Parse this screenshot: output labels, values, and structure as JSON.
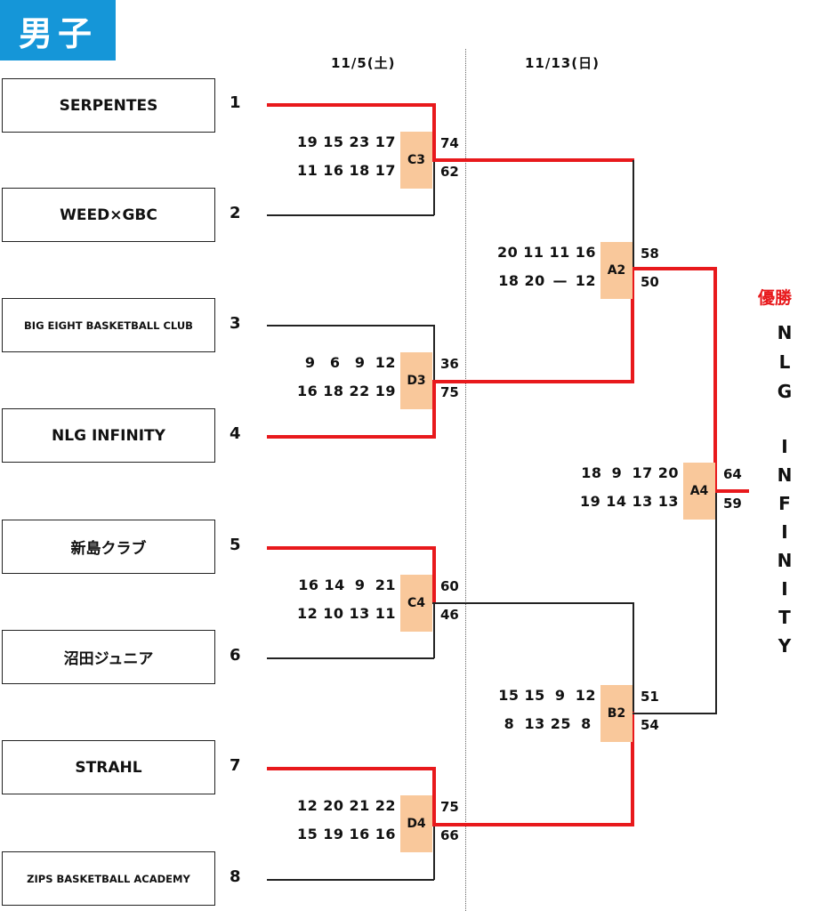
{
  "category": "男子",
  "dates": {
    "round1": "11/5(土)",
    "round2": "11/13(日)"
  },
  "teams": [
    {
      "seed": "1",
      "name": "SERPENTES"
    },
    {
      "seed": "2",
      "name": "WEED×GBC"
    },
    {
      "seed": "3",
      "name": "BIG EIGHT BASKETBALL CLUB"
    },
    {
      "seed": "4",
      "name": "NLG INFINITY"
    },
    {
      "seed": "5",
      "name": "新島クラブ"
    },
    {
      "seed": "6",
      "name": "沼田ジュニア"
    },
    {
      "seed": "7",
      "name": "STRAHL"
    },
    {
      "seed": "8",
      "name": "ZIPS BASKETBALL ACADEMY"
    }
  ],
  "matches": {
    "C3": {
      "label": "C3",
      "top_quarters": [
        "19",
        "15",
        "23",
        "17"
      ],
      "bottom_quarters": [
        "11",
        "16",
        "18",
        "17"
      ],
      "top_total": "74",
      "bottom_total": "62"
    },
    "D3": {
      "label": "D3",
      "top_quarters": [
        "9",
        "6",
        "9",
        "12"
      ],
      "bottom_quarters": [
        "16",
        "18",
        "22",
        "19"
      ],
      "top_total": "36",
      "bottom_total": "75"
    },
    "C4": {
      "label": "C4",
      "top_quarters": [
        "16",
        "14",
        "9",
        "21"
      ],
      "bottom_quarters": [
        "12",
        "10",
        "13",
        "11"
      ],
      "top_total": "60",
      "bottom_total": "46"
    },
    "D4": {
      "label": "D4",
      "top_quarters": [
        "12",
        "20",
        "21",
        "22"
      ],
      "bottom_quarters": [
        "15",
        "19",
        "16",
        "16"
      ],
      "top_total": "75",
      "bottom_total": "66"
    },
    "A2": {
      "label": "A2",
      "top_quarters": [
        "20",
        "11",
        "11",
        "16"
      ],
      "bottom_quarters": [
        "18",
        "20",
        "—",
        "12"
      ],
      "top_total": "58",
      "bottom_total": "50"
    },
    "B2": {
      "label": "B2",
      "top_quarters": [
        "15",
        "15",
        "9",
        "12"
      ],
      "bottom_quarters": [
        "8",
        "13",
        "25",
        "8"
      ],
      "top_total": "51",
      "bottom_total": "54"
    },
    "A4": {
      "label": "A4",
      "top_quarters": [
        "18",
        "9",
        "17",
        "20"
      ],
      "bottom_quarters": [
        "19",
        "14",
        "13",
        "13"
      ],
      "top_total": "64",
      "bottom_total": "59"
    }
  },
  "champion": {
    "label": "優勝",
    "name": "NLG INFINITY"
  },
  "colors": {
    "badge": "#1596d8",
    "winner_line": "#e8191c",
    "match_box": "#f9c89b"
  }
}
